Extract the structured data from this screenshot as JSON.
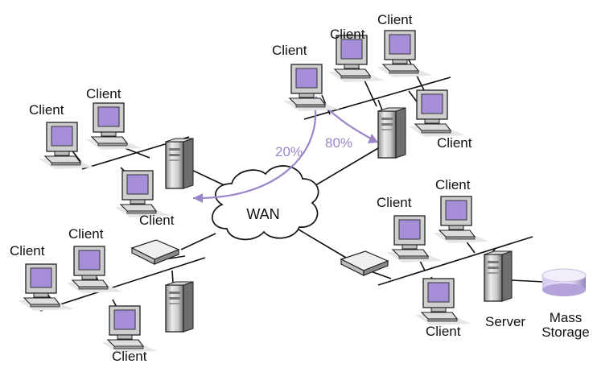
{
  "labels": {
    "client": "Client",
    "wan": "WAN",
    "server": "Server",
    "mass_storage_line1": "Mass",
    "mass_storage_line2": "Storage",
    "pct_20": "20%",
    "pct_80": "80%"
  },
  "colors": {
    "accent": "#9a86c8",
    "screen": "#a68fd8",
    "line": "#111111"
  },
  "icons": [
    "client-computer-icon",
    "server-tower-icon",
    "router-icon",
    "wan-cloud-icon",
    "mass-storage-icon"
  ]
}
